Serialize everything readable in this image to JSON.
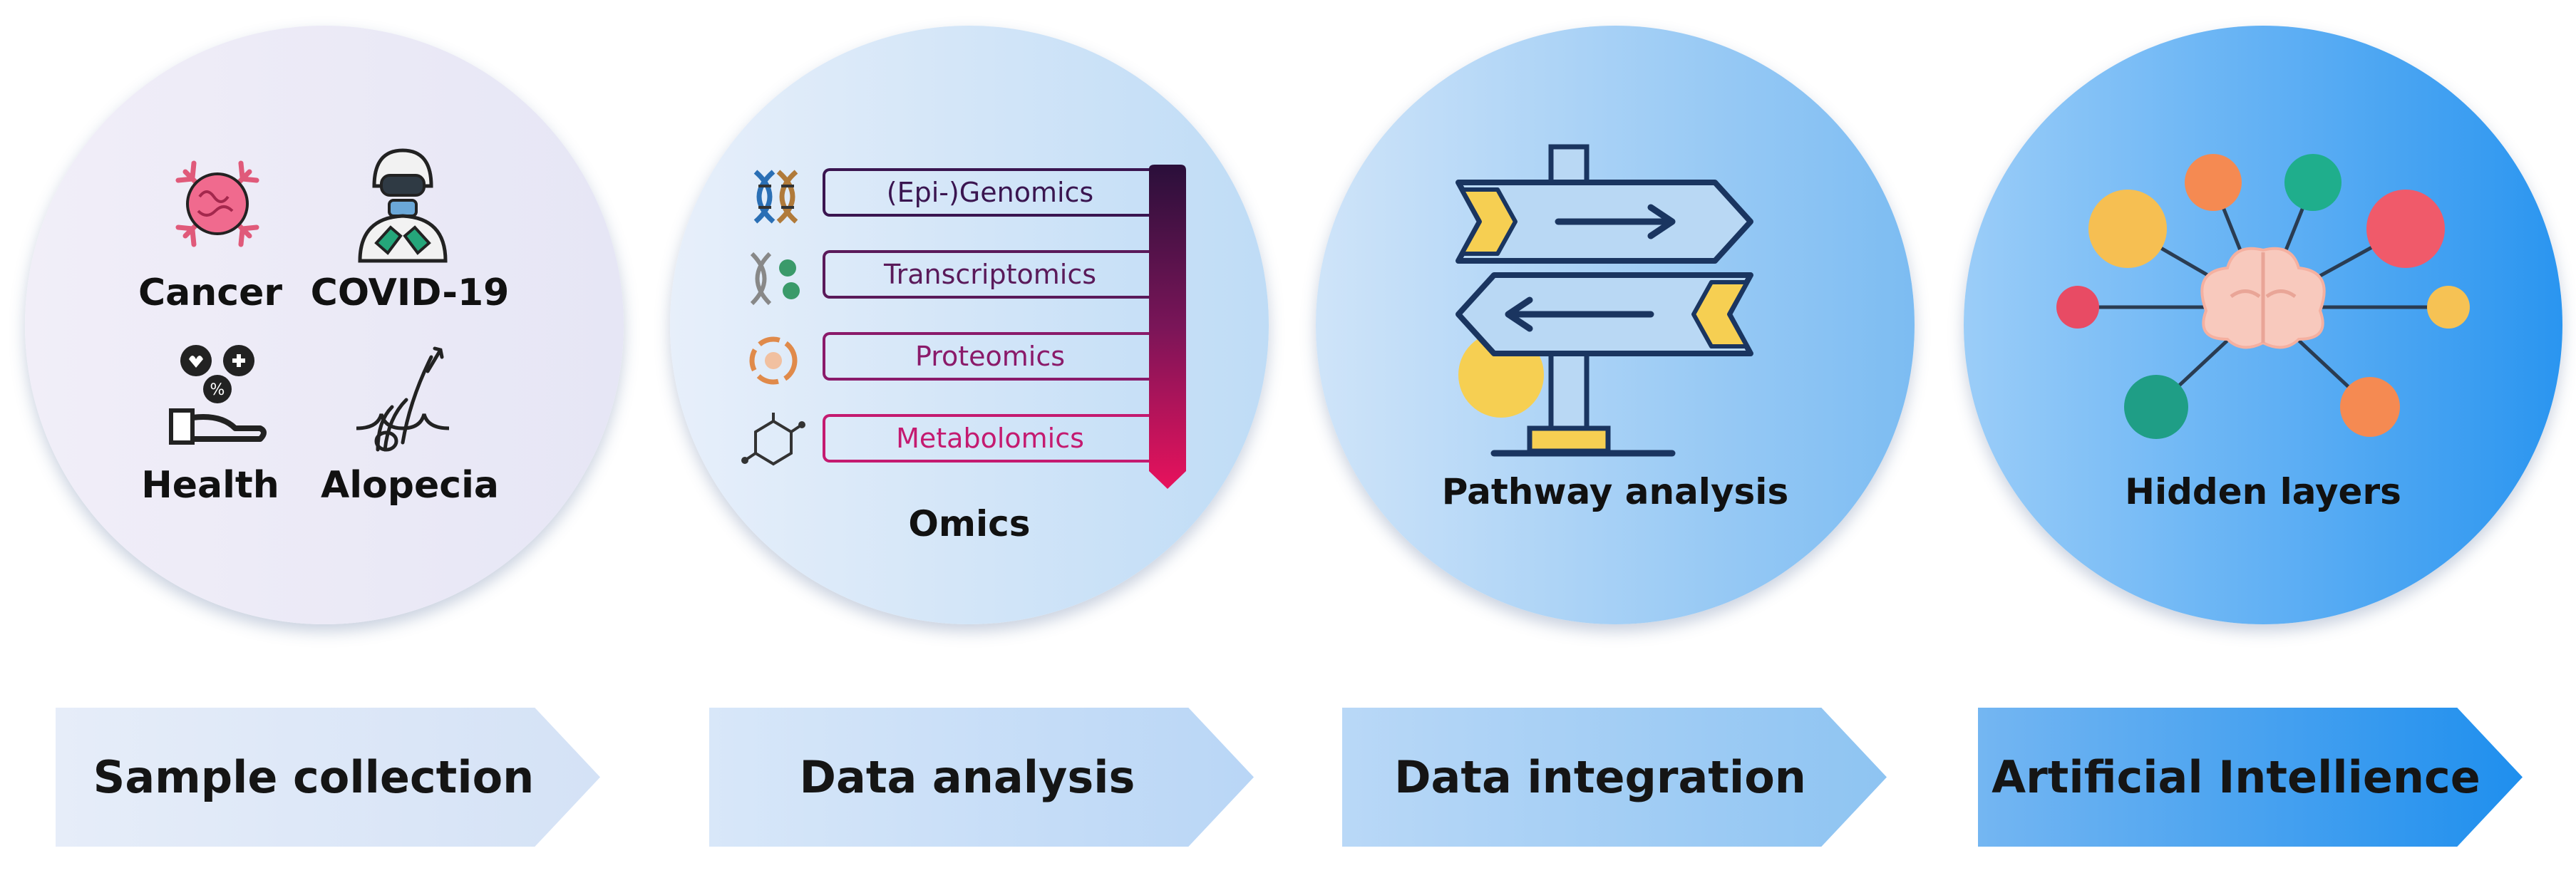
{
  "stage1": {
    "circle": {
      "items": [
        {
          "label": "Cancer",
          "icon": "cancer-cell-icon"
        },
        {
          "label": "COVID-19",
          "icon": "hazmat-suit-icon"
        },
        {
          "label": "Health",
          "icon": "hand-health-icon"
        },
        {
          "label": "Alopecia",
          "icon": "hair-follicle-icon"
        }
      ]
    },
    "arrow_label": "Sample collection",
    "color": "#dfe8f8"
  },
  "stage2": {
    "circle": {
      "title": "Omics",
      "layers": [
        {
          "label": "(Epi-)Genomics",
          "icon": "dna-icon",
          "color": "#3a1550"
        },
        {
          "label": "Transcriptomics",
          "icon": "rna-icon",
          "color": "#5a1a5a"
        },
        {
          "label": "Proteomics",
          "icon": "protein-icon",
          "color": "#8a1a6a"
        },
        {
          "label": "Metabolomics",
          "icon": "molecule-icon",
          "color": "#c41a70"
        }
      ]
    },
    "arrow_label": "Data analysis",
    "color": "#cfe1f8"
  },
  "stage3": {
    "circle": {
      "title": "Pathway analysis",
      "icon": "signpost-icon"
    },
    "arrow_label": "Data integration",
    "color": "#9fcbf5"
  },
  "stage4": {
    "circle": {
      "title": "Hidden layers",
      "icon": "brain-network-icon"
    },
    "arrow_label": "Artificial Intellience",
    "color": "#3ea0f0"
  }
}
